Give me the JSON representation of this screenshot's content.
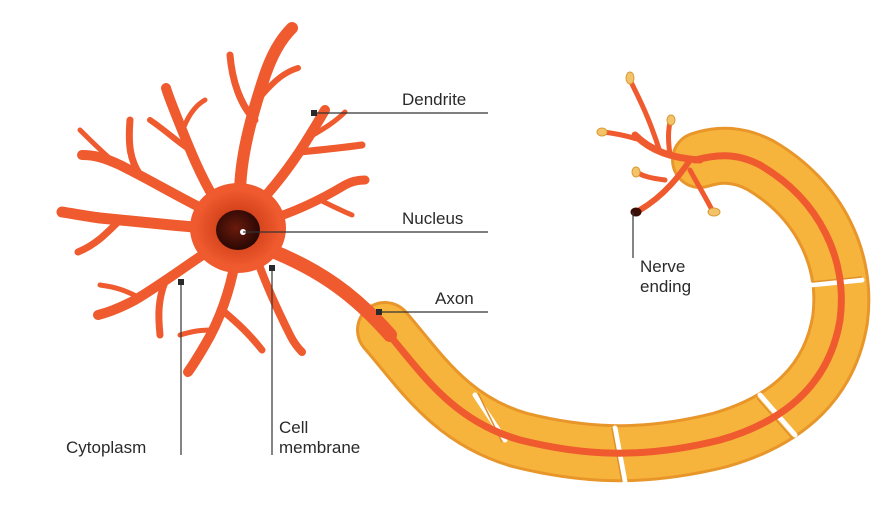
{
  "labels": {
    "dendrite": "Dendrite",
    "nucleus": "Nucleus",
    "axon": "Axon",
    "nerve_ending_line1": "Nerve",
    "nerve_ending_line2": "ending",
    "cytoplasm": "Cytoplasm",
    "cell_membrane_line1": "Cell",
    "cell_membrane_line2": "membrane"
  },
  "colors": {
    "neuron_body": "#ef5a2e",
    "neuron_dark": "#c73a18",
    "nucleus": "#3a0d06",
    "myelin": "#f6b43c",
    "myelin_edge": "#e8962a",
    "axon_core": "#ef5a2e",
    "terminal_bulb": "#f3c36a",
    "leader_line": "#333333"
  }
}
